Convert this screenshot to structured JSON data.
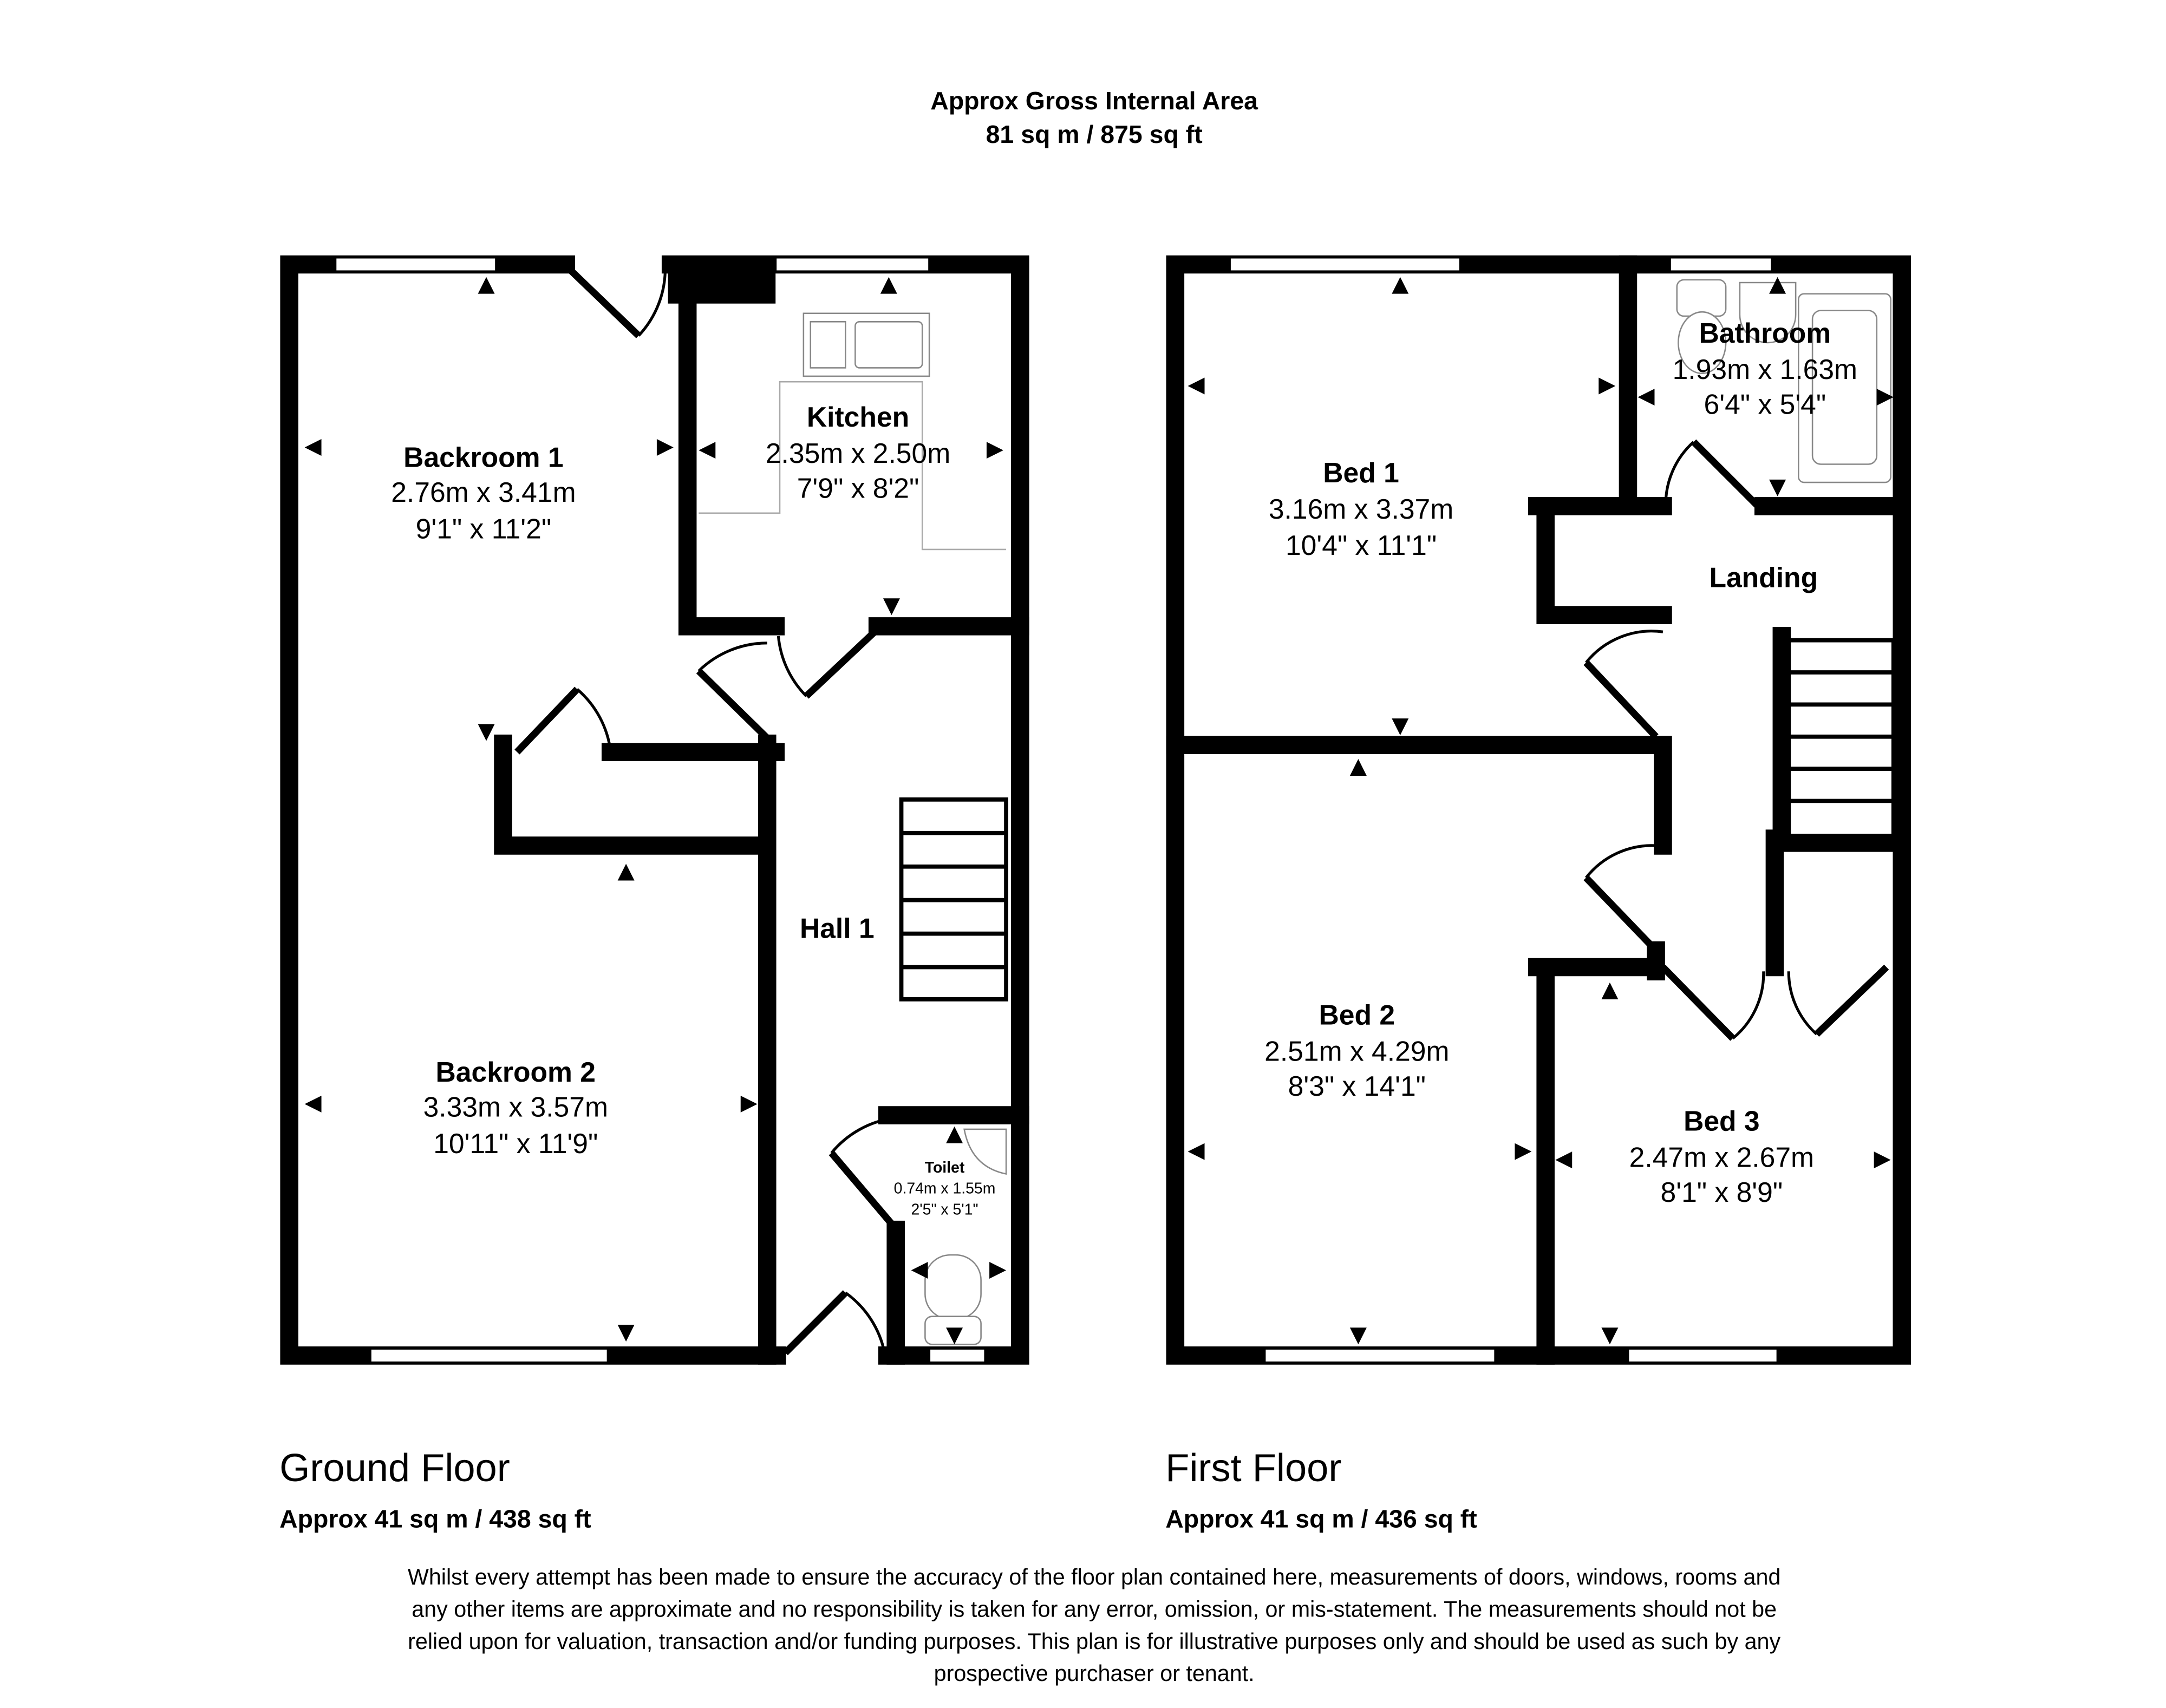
{
  "header": {
    "line1": "Approx Gross Internal Area",
    "line2": "81 sq m / 875 sq ft"
  },
  "ground_floor": {
    "title": "Ground Floor",
    "area": "Approx 41 sq m / 438 sq ft",
    "rooms": [
      {
        "name": "Backroom 1",
        "metric": "2.76m x 3.41m",
        "imperial": "9'1\" x 11'2\""
      },
      {
        "name": "Kitchen",
        "metric": "2.35m x 2.50m",
        "imperial": "7'9\" x 8'2\""
      },
      {
        "name": "Backroom 2",
        "metric": "3.33m x 3.57m",
        "imperial": "10'11\" x 11'9\""
      },
      {
        "name": "Hall 1"
      },
      {
        "name": "Toilet",
        "metric": "0.74m x 1.55m",
        "imperial": "2'5\" x 5'1\""
      }
    ]
  },
  "first_floor": {
    "title": "First Floor",
    "area": "Approx 41 sq m / 436 sq ft",
    "rooms": [
      {
        "name": "Bed 1",
        "metric": "3.16m x 3.37m",
        "imperial": "10'4\" x 11'1\""
      },
      {
        "name": "Bathroom",
        "metric": "1.93m x 1.63m",
        "imperial": "6'4\" x 5'4\""
      },
      {
        "name": "Landing"
      },
      {
        "name": "Bed 2",
        "metric": "2.51m x 4.29m",
        "imperial": "8'3\" x 14'1\""
      },
      {
        "name": "Bed 3",
        "metric": "2.47m x 2.67m",
        "imperial": "8'1\" x 8'9\""
      }
    ]
  },
  "disclaimer": [
    "Whilst every attempt has been made to ensure the accuracy of the floor plan contained here, measurements of doors, windows, rooms and",
    "any other items are approximate and no responsibility is taken for any error, omission, or mis-statement. The measurements should not be",
    "relied upon for valuation, transaction and/or funding purposes. This plan is for illustrative purposes only and should be used as such by any",
    "prospective purchaser or tenant."
  ]
}
